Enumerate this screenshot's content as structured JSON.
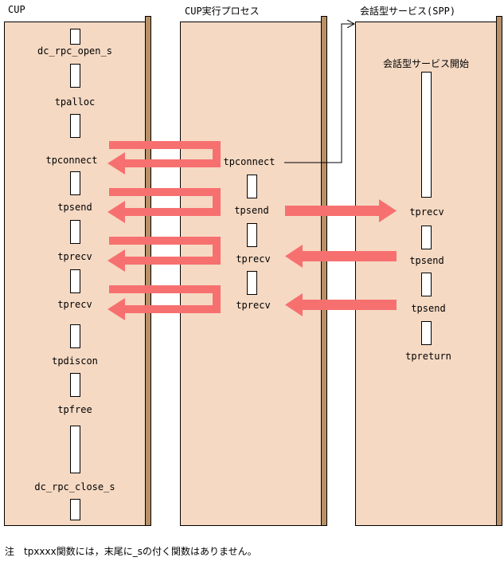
{
  "headers": {
    "cup": "CUP",
    "cup_process": "CUP実行プロセス",
    "spp": "会話型サービス(SPP)"
  },
  "cup_calls": [
    "dc_rpc_open_s",
    "tpalloc",
    "tpconnect",
    "tpsend",
    "tprecv",
    "tprecv",
    "tpdiscon",
    "tpfree",
    "dc_rpc_close_s"
  ],
  "process_calls": [
    "tpconnect",
    "tpsend",
    "tprecv",
    "tprecv"
  ],
  "spp_start": "会話型サービス開始",
  "spp_calls": [
    "tprecv",
    "tpsend",
    "tpsend",
    "tpreturn"
  ],
  "note": "注　tpxxxx関数には，末尾に_sの付く関数はありません。",
  "colors": {
    "column_fill": "#f5d9c3",
    "column_side": "#b89068",
    "arrow": "#f77070"
  }
}
